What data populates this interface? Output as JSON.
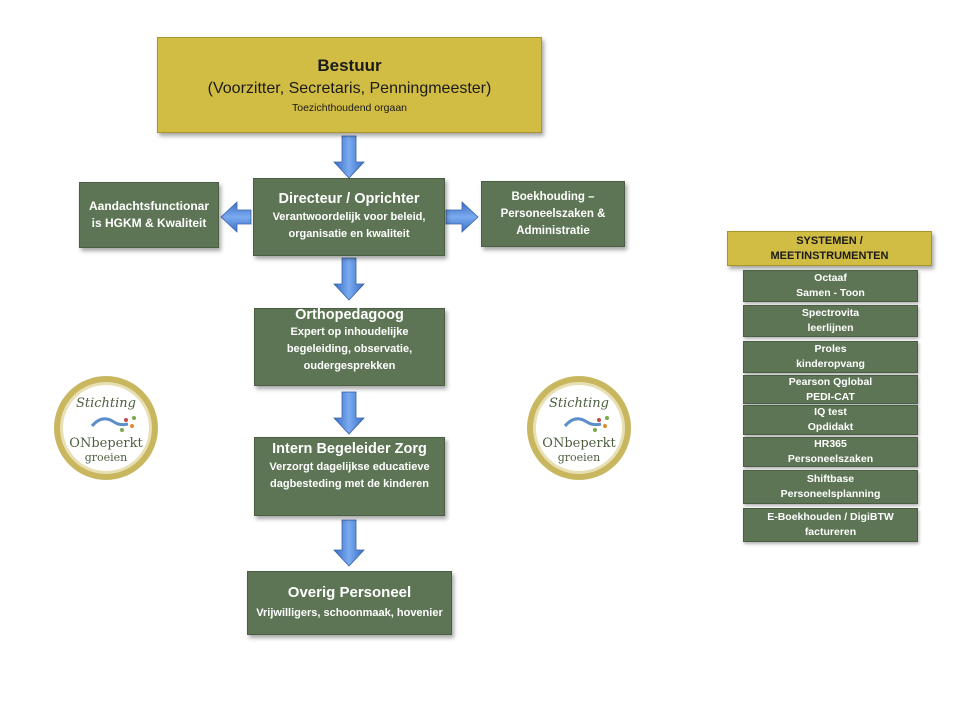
{
  "board": {
    "title": "Bestuur",
    "members": "(Voorzitter, Secretaris, Penningmeester)",
    "role": "Toezichthoudend orgaan"
  },
  "director": {
    "title": "Directeur / Oprichter",
    "desc": "Verantwoordelijk voor beleid, organisatie en kwaliteit"
  },
  "left_box": {
    "line1": "Aandachtsfunctionar",
    "line2": "is HGKM & Kwaliteit"
  },
  "right_box": {
    "line1": "Boekhouding –",
    "line2": "Personeelszaken &",
    "line3": "Administratie"
  },
  "orthopedagoog": {
    "title": "Orthopedagoog",
    "desc1": "Expert op inhoudelijke",
    "desc2": "begeleiding, observatie,",
    "desc3": "oudergesprekken"
  },
  "ib": {
    "title": "Intern Begeleider Zorg",
    "desc1": "Verzorgt dagelijkse educatieve",
    "desc2": "dagbesteding met de kinderen"
  },
  "overig": {
    "title": "Overig Personeel",
    "desc": "Vrijwilligers, schoonmaak, hovenier"
  },
  "logo": {
    "line1": "Stichting",
    "line2": "ONbeperkt",
    "line3": "groeien"
  },
  "systems": {
    "title1": "SYSTEMEN /",
    "title2": "MEETINSTRUMENTEN",
    "items": [
      {
        "name": "Octaaf",
        "desc": "Samen - Toon"
      },
      {
        "name": "Spectrovita",
        "desc": "leerlijnen"
      },
      {
        "name": "Proles",
        "desc": "kinderopvang"
      },
      {
        "name": "Pearson Qglobal",
        "desc": "PEDI-CAT"
      },
      {
        "name": "IQ test",
        "desc": "Opdidakt"
      },
      {
        "name": "HR365",
        "desc": "Personeelszaken"
      },
      {
        "name": "Shiftbase",
        "desc": "Personeelsplanning"
      },
      {
        "name": "E-Boekhouden / DigiBTW",
        "desc": "factureren"
      }
    ]
  },
  "colors": {
    "gold": "#d2bd44",
    "green": "#5d7555",
    "arrow": "#4f86d9"
  }
}
